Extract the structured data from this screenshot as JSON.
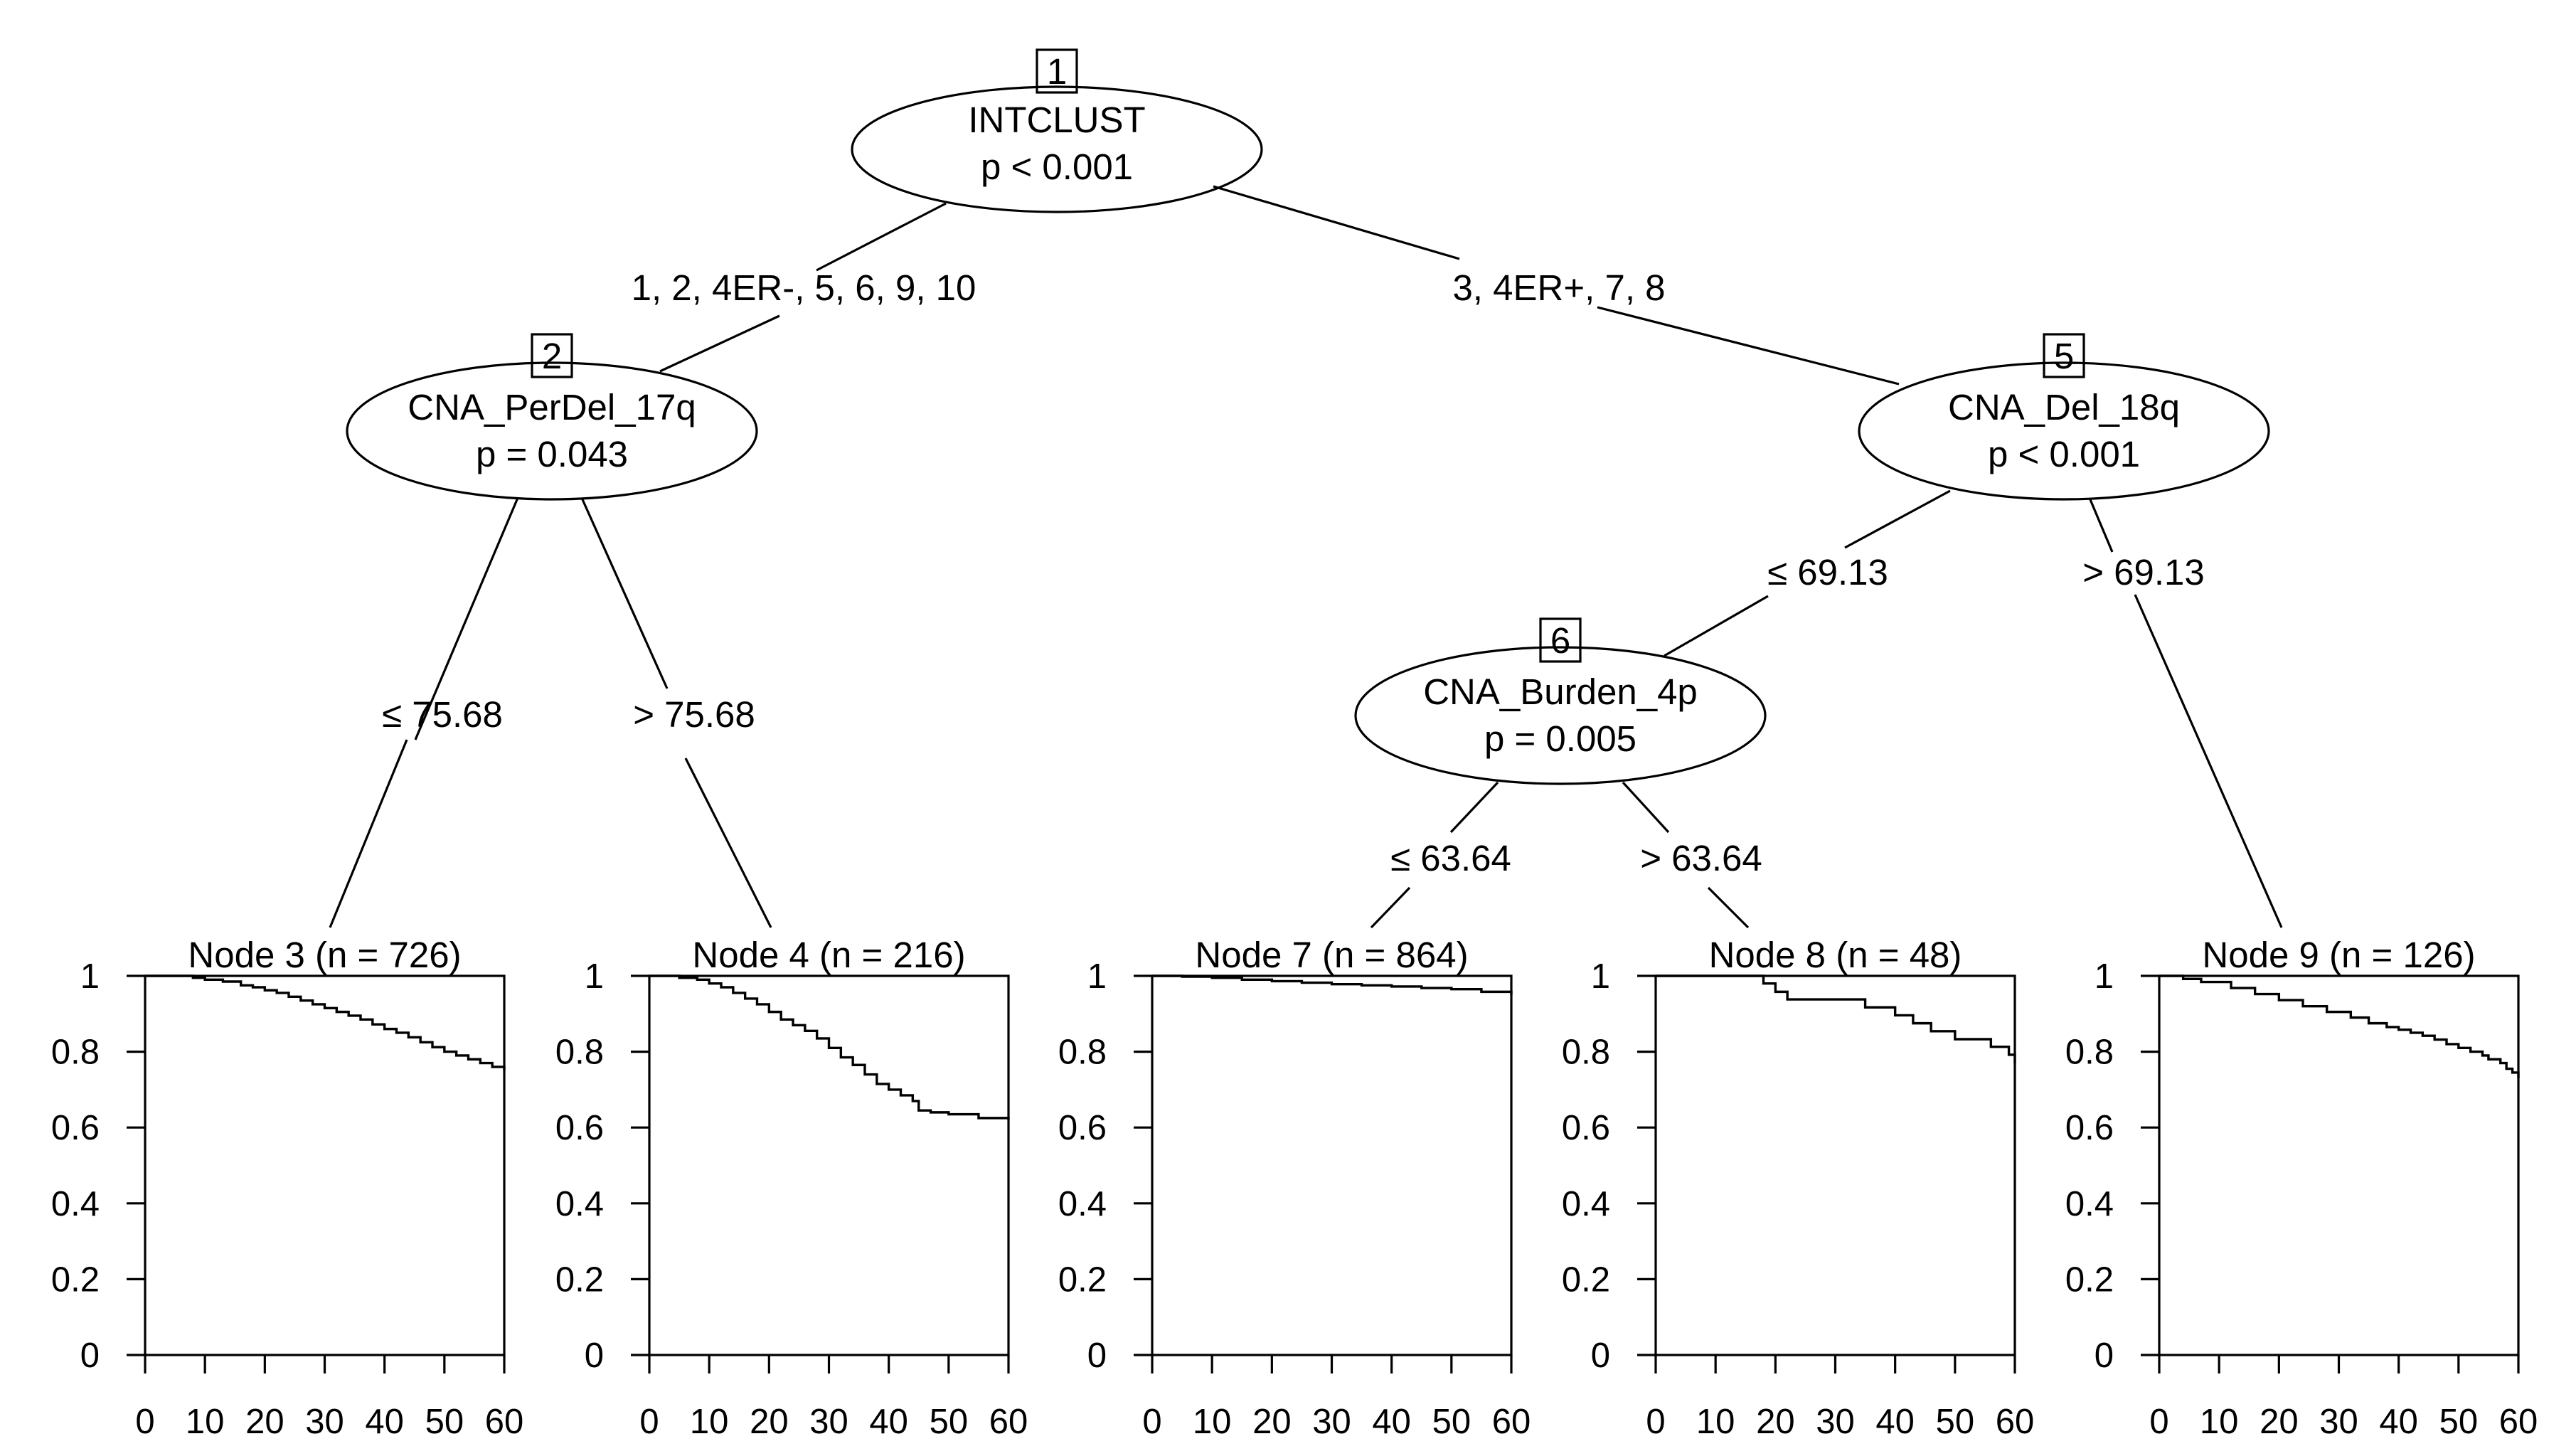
{
  "tree": {
    "inner_nodes": [
      {
        "id": "1",
        "variable": "INTCLUST",
        "pvalue": "p < 0.001"
      },
      {
        "id": "2",
        "variable": "CNA_PerDel_17q",
        "pvalue": "p = 0.043"
      },
      {
        "id": "5",
        "variable": "CNA_Del_18q",
        "pvalue": "p < 0.001"
      },
      {
        "id": "6",
        "variable": "CNA_Burden_4p",
        "pvalue": "p = 0.005"
      }
    ],
    "edges": [
      {
        "from": "1",
        "to": "2",
        "label": "1, 2, 4ER-, 5, 6, 9, 10"
      },
      {
        "from": "1",
        "to": "5",
        "label": "3, 4ER+, 7, 8"
      },
      {
        "from": "2",
        "to": "3",
        "label": "≤ 75.68"
      },
      {
        "from": "2",
        "to": "4",
        "label": "> 75.68"
      },
      {
        "from": "5",
        "to": "6",
        "label": "≤ 69.13"
      },
      {
        "from": "5",
        "to": "9",
        "label": "> 69.13"
      },
      {
        "from": "6",
        "to": "7",
        "label": "≤ 63.64"
      },
      {
        "from": "6",
        "to": "8",
        "label": "> 63.64"
      }
    ]
  },
  "chart_data": {
    "type": "line",
    "x_ticks": [
      "0",
      "10",
      "20",
      "30",
      "40",
      "50",
      "60"
    ],
    "y_ticks": [
      "0",
      "0.2",
      "0.4",
      "0.6",
      "0.8",
      "1"
    ],
    "xlim": [
      0,
      60
    ],
    "ylim": [
      0,
      1
    ],
    "panels": [
      {
        "node": "3",
        "title": "Node 3 (n = 726)",
        "x": [
          0,
          8,
          10,
          13,
          16,
          18,
          20,
          22,
          24,
          26,
          28,
          30,
          32,
          34,
          36,
          38,
          40,
          42,
          44,
          46,
          48,
          50,
          52,
          54,
          56,
          58,
          60
        ],
        "y": [
          1.0,
          0.995,
          0.99,
          0.985,
          0.975,
          0.97,
          0.962,
          0.955,
          0.945,
          0.935,
          0.925,
          0.915,
          0.905,
          0.895,
          0.885,
          0.872,
          0.86,
          0.85,
          0.838,
          0.825,
          0.812,
          0.8,
          0.79,
          0.78,
          0.77,
          0.76,
          0.75
        ]
      },
      {
        "node": "4",
        "title": "Node 4 (n = 216)",
        "x": [
          0,
          5,
          8,
          10,
          12,
          14,
          16,
          18,
          20,
          22,
          24,
          26,
          28,
          30,
          32,
          34,
          36,
          38,
          40,
          42,
          44,
          45,
          47,
          50,
          55,
          60
        ],
        "y": [
          1.0,
          0.995,
          0.99,
          0.98,
          0.97,
          0.955,
          0.94,
          0.925,
          0.905,
          0.885,
          0.87,
          0.855,
          0.835,
          0.81,
          0.785,
          0.765,
          0.74,
          0.715,
          0.7,
          0.685,
          0.67,
          0.645,
          0.64,
          0.635,
          0.625,
          0.62
        ]
      },
      {
        "node": "7",
        "title": "Node 7 (n = 864)",
        "x": [
          0,
          5,
          10,
          15,
          20,
          25,
          30,
          35,
          40,
          45,
          50,
          55,
          60
        ],
        "y": [
          1.0,
          0.998,
          0.995,
          0.99,
          0.986,
          0.982,
          0.978,
          0.975,
          0.972,
          0.968,
          0.965,
          0.958,
          0.95
        ]
      },
      {
        "node": "8",
        "title": "Node 8 (n = 48)",
        "x": [
          0,
          18,
          20,
          22,
          35,
          40,
          43,
          46,
          50,
          56,
          59,
          60
        ],
        "y": [
          1.0,
          0.98,
          0.958,
          0.938,
          0.917,
          0.896,
          0.875,
          0.854,
          0.833,
          0.813,
          0.792,
          0.77
        ]
      },
      {
        "node": "9",
        "title": "Node 9 (n = 126)",
        "x": [
          0,
          4,
          7,
          12,
          16,
          20,
          24,
          28,
          32,
          35,
          38,
          40,
          42,
          44,
          46,
          48,
          50,
          52,
          54,
          55,
          57,
          58,
          59,
          60
        ],
        "y": [
          1.0,
          0.992,
          0.984,
          0.968,
          0.952,
          0.936,
          0.92,
          0.905,
          0.89,
          0.875,
          0.865,
          0.858,
          0.85,
          0.842,
          0.832,
          0.82,
          0.81,
          0.8,
          0.79,
          0.78,
          0.77,
          0.755,
          0.745,
          0.73
        ]
      }
    ]
  }
}
